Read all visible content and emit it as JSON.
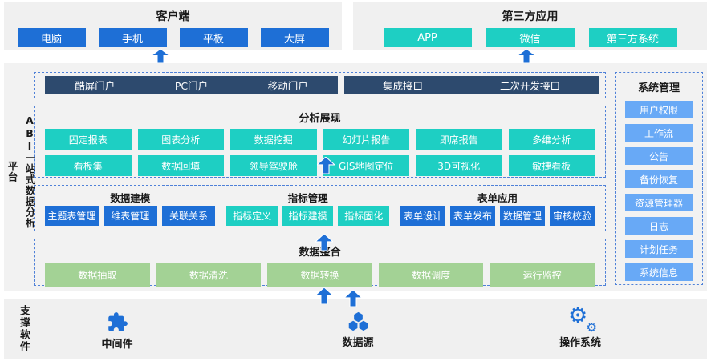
{
  "colors": {
    "primary_blue": "#1e6fd6",
    "teal": "#1ecfc3",
    "navy": "#2d4a6e",
    "light_blue": "#68a9f6",
    "green": "#a3d295",
    "dashed_border": "#4f81d8",
    "panel_gray": "#f0f0f0"
  },
  "client": {
    "title": "客户端",
    "items": [
      "电脑",
      "手机",
      "平板",
      "大屏"
    ]
  },
  "third_party": {
    "title": "第三方应用",
    "items": [
      "APP",
      "微信",
      "第三方系统"
    ]
  },
  "platform": {
    "side_label_main": "ABI一站式数据分析",
    "side_label_sub": "平台",
    "portal_left": [
      "酷屏门户",
      "PC门户",
      "移动门户"
    ],
    "portal_right": [
      "集成接口",
      "二次开发接口"
    ],
    "analysis": {
      "title": "分析展现",
      "row1": [
        "固定报表",
        "图表分析",
        "数据挖掘",
        "幻灯片报告",
        "即席报告",
        "多维分析"
      ],
      "row2": [
        "看板集",
        "数据回填",
        "领导驾驶舱",
        "GIS地图定位",
        "3D可视化",
        "敏捷看板"
      ]
    },
    "modeling": {
      "title": "数据建模",
      "items": [
        "主题表管理",
        "维表管理",
        "关联关系"
      ]
    },
    "metrics": {
      "title": "指标管理",
      "items": [
        "指标定义",
        "指标建模",
        "指标固化"
      ]
    },
    "forms": {
      "title": "表单应用",
      "items": [
        "表单设计",
        "表单发布",
        "数据管理",
        "审核校验"
      ]
    },
    "integration": {
      "title": "数据整合",
      "items": [
        "数据抽取",
        "数据清洗",
        "数据转换",
        "数据调度",
        "运行监控"
      ]
    },
    "system": {
      "title": "系统管理",
      "items": [
        "用户权限",
        "工作流",
        "公告",
        "备份恢复",
        "资源管理器",
        "日志",
        "计划任务",
        "系统信息"
      ]
    }
  },
  "support": {
    "label": "支撑软件",
    "items": [
      {
        "label": "中间件",
        "icon": "puzzle-icon"
      },
      {
        "label": "数据源",
        "icon": "hexagon-cluster-icon"
      },
      {
        "label": "操作系统",
        "icon": "gears-icon"
      }
    ]
  }
}
